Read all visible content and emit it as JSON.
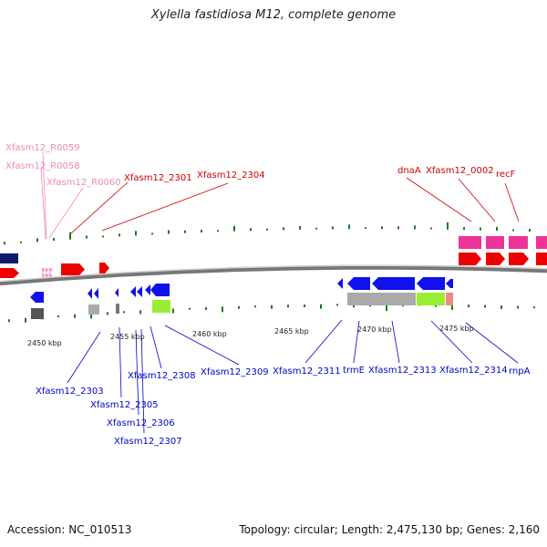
{
  "title": "Xylella fastidiosa M12, complete genome",
  "footer": {
    "accession": "Accession: NC_010513",
    "summary": "Topology: circular; Length: 2,475,130 bp; Genes: 2,160"
  },
  "colors": {
    "forward_label": "#cc0000",
    "reverse_label": "#0000cc",
    "rna_label": "#ee88bb",
    "backbone": "#888888",
    "gc_ticks": "#1a7a1a",
    "cds_forward": "#ff0000",
    "cds_reverse": "#0000ee",
    "rna": "#ff99cc",
    "pink_box": "#ee3399",
    "gray_box": "#aaaaaa",
    "green_box": "#99ee33",
    "navy_box": "#0b1a6b"
  },
  "scale_labels": [
    "2450 kbp",
    "2455 kbp",
    "2460 kbp",
    "2465 kbp",
    "2470 kbp",
    "2475 kbp"
  ],
  "top_labels": [
    {
      "text": "Xfasm12_R0059",
      "kind": "rna"
    },
    {
      "text": "Xfasm12_R0058",
      "kind": "rna"
    },
    {
      "text": "Xfasm12_R0060",
      "kind": "rna"
    },
    {
      "text": "Xfasm12_2301",
      "kind": "forward"
    },
    {
      "text": "Xfasm12_2304",
      "kind": "forward"
    },
    {
      "text": "dnaA",
      "kind": "forward"
    },
    {
      "text": "Xfasm12_0002",
      "kind": "forward"
    },
    {
      "text": "recF",
      "kind": "forward"
    }
  ],
  "bottom_labels": [
    {
      "text": "Xfasm12_2303"
    },
    {
      "text": "Xfasm12_2305"
    },
    {
      "text": "Xfasm12_2306"
    },
    {
      "text": "Xfasm12_2307"
    },
    {
      "text": "Xfasm12_2308"
    },
    {
      "text": "Xfasm12_2309"
    },
    {
      "text": "Xfasm12_2311"
    },
    {
      "text": "trmE"
    },
    {
      "text": "Xfasm12_2313"
    },
    {
      "text": "Xfasm12_2314"
    },
    {
      "text": "rnpA"
    }
  ]
}
